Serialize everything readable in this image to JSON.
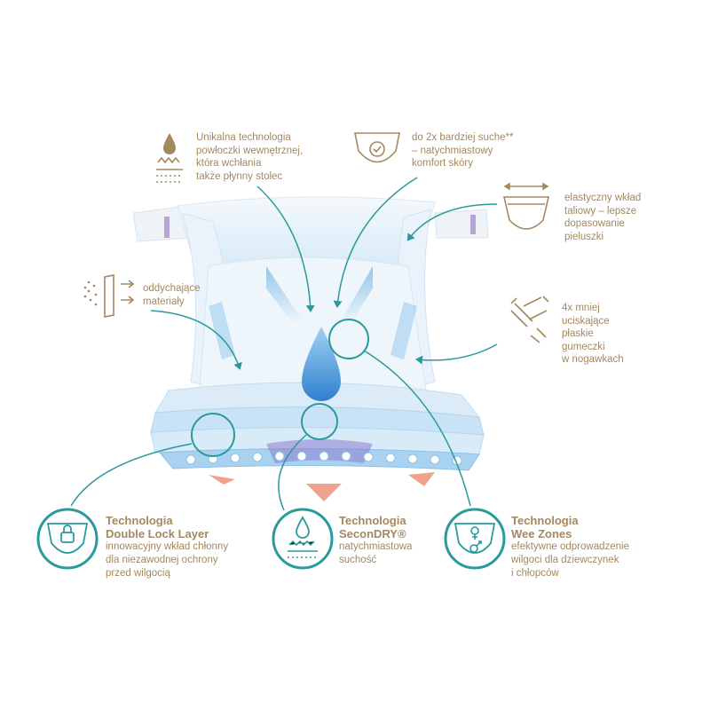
{
  "colors": {
    "accent_gold": "#a38860",
    "teal": "#2a9a9c",
    "light_blue": "#bfe0f4",
    "arrow_salmon": "#f0a38c",
    "drop_blue": "#3c8fd6"
  },
  "callouts": {
    "inner_coating": {
      "icon": "water-drop-layers-icon",
      "lines": [
        "Unikalna technologia",
        "powłoczki wewnętrznej,",
        "która wchłania",
        "także płynny stolec"
      ]
    },
    "dryness": {
      "icon": "dry-diaper-icon",
      "lines": [
        "do 2x bardziej suche**",
        "– natychmiastowy",
        "komfort skóry"
      ]
    },
    "waistband": {
      "icon": "elastic-waistband-icon",
      "lines": [
        "elastyczny wkład",
        "taliowy – lepsze",
        "dopasowanie",
        "pieluszki"
      ]
    },
    "breathable": {
      "icon": "breathable-materials-icon",
      "lines": [
        "oddychające",
        "materiały"
      ]
    },
    "leg_elastics": {
      "icon": "flat-elastic-icon",
      "lines": [
        "4x mniej",
        "uciskające",
        "płaskie",
        "gumeczki",
        "w nogawkach"
      ]
    }
  },
  "features": [
    {
      "icon": "locked-diaper-icon",
      "title1": "Technologia",
      "title2": "Double Lock Layer",
      "desc": [
        "innowacyjny wkład chłonny",
        "dla niezawodnej ochrony",
        "przed wilgocią"
      ]
    },
    {
      "icon": "secondry-drop-icon",
      "title1": "Technologia",
      "title2": "SeconDRY®",
      "desc": [
        "natychmiastowa",
        "suchość"
      ]
    },
    {
      "icon": "gender-zones-icon",
      "title1": "Technologia",
      "title2": "Wee Zones",
      "desc": [
        "efektywne odprowadzenie",
        "wilgoci dla dziewczynek",
        "i chłopców"
      ]
    }
  ]
}
